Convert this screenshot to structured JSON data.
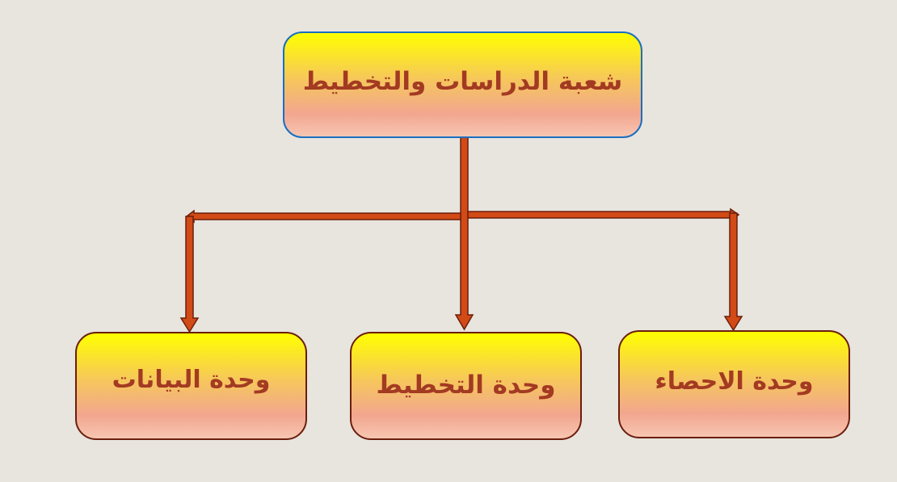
{
  "chart_data": {
    "type": "org-chart",
    "root": {
      "label": "شعبة الدراسات والتخطيط",
      "children": [
        {
          "label": "وحدة الاحصاء"
        },
        {
          "label": "وحدة التخطيط"
        },
        {
          "label": "وحدة البيانات"
        }
      ]
    }
  },
  "diagram": {
    "root": {
      "label": "شعبة الدراسات والتخطيط"
    },
    "units": [
      {
        "label": "وحدة البيانات"
      },
      {
        "label": "وحدة التخطيط"
      },
      {
        "label": "وحدة الاحصاء"
      }
    ],
    "colors": {
      "background": "#e8e4de",
      "box_gradient_top": "#ffff00",
      "box_gradient_bottom": "#f2a68f",
      "root_border": "#1a6fc2",
      "unit_border": "#6b1e0c",
      "text": "#a33a22",
      "arrow_fill": "#d24a16",
      "arrow_stroke": "#6b1e0c"
    }
  }
}
